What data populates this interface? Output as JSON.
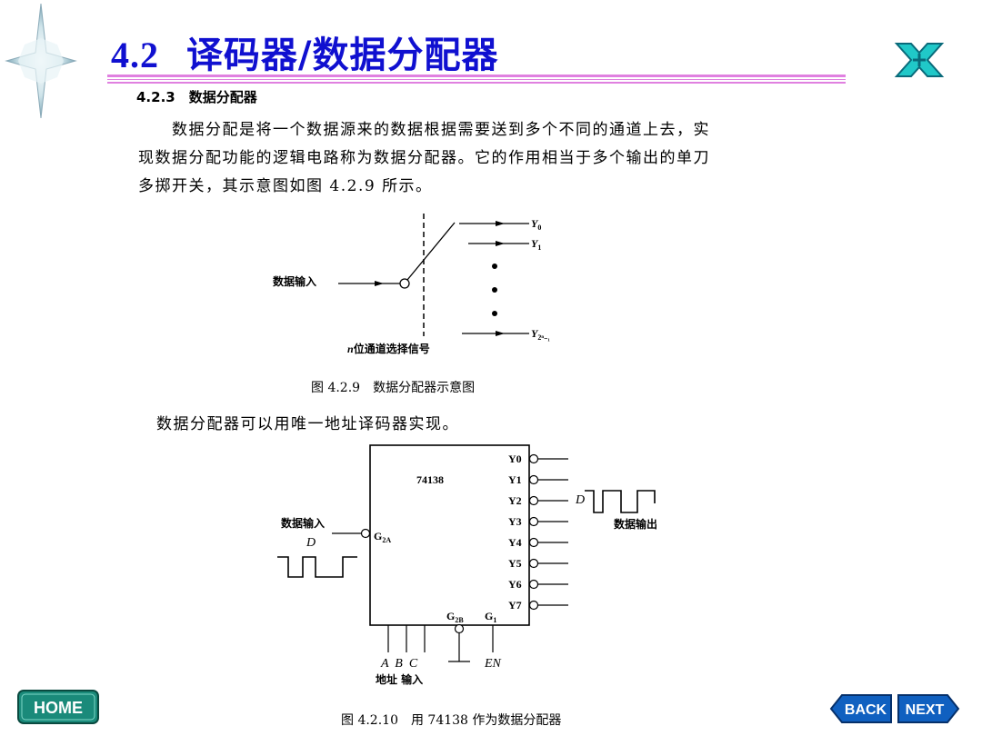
{
  "slide": {
    "title_number": "4.2",
    "title_text": "译码器/数据分配器",
    "subsection": "4.2.3　数据分配器",
    "paragraph_lines": [
      "　　数据分配是将一个数据源来的数据根据需要送到多个不同的通道上去，实",
      "现数据分配功能的逻辑电路称为数据分配器。它的作用相当于多个输出的单刀",
      "多掷开关，其示意图如图 4.2.9 所示。"
    ],
    "note": "数据分配器可以用唯一地址译码器实现。"
  },
  "figure1": {
    "input_label": "数据输入",
    "select_label": "n位通道选择信号",
    "select_label_n": "n",
    "select_label_rest": "位通道选择信号",
    "outputs": [
      "Y",
      "Y",
      "Y"
    ],
    "output_subs": [
      "0",
      "1",
      "2ⁿ₋₁"
    ],
    "caption": "图 4.2.9　数据分配器示意图"
  },
  "figure2": {
    "chip_name": "74138",
    "outputs": [
      "Y0",
      "Y1",
      "Y2",
      "Y3",
      "Y4",
      "Y5",
      "Y6",
      "Y7"
    ],
    "input_label": "数据输入",
    "output_label": "数据输出",
    "d_label": "D",
    "g2a": "G",
    "g2a_sub": "2A",
    "g2b": "G",
    "g2b_sub": "2B",
    "g1": "G",
    "g1_sub": "1",
    "addr_pins": "A  B  C",
    "en_pin": "EN",
    "addr_label": "地址 输入",
    "caption": "图 4.2.10　用 74138 作为数据分配器"
  },
  "nav": {
    "home_label": "HOME",
    "back_label": "BACK",
    "next_label": "NEXT"
  },
  "colors": {
    "title": "#1010d0",
    "rule": "#e080e0",
    "nav_fill": "#1060c0",
    "home_fill": "#1a8a7a"
  }
}
